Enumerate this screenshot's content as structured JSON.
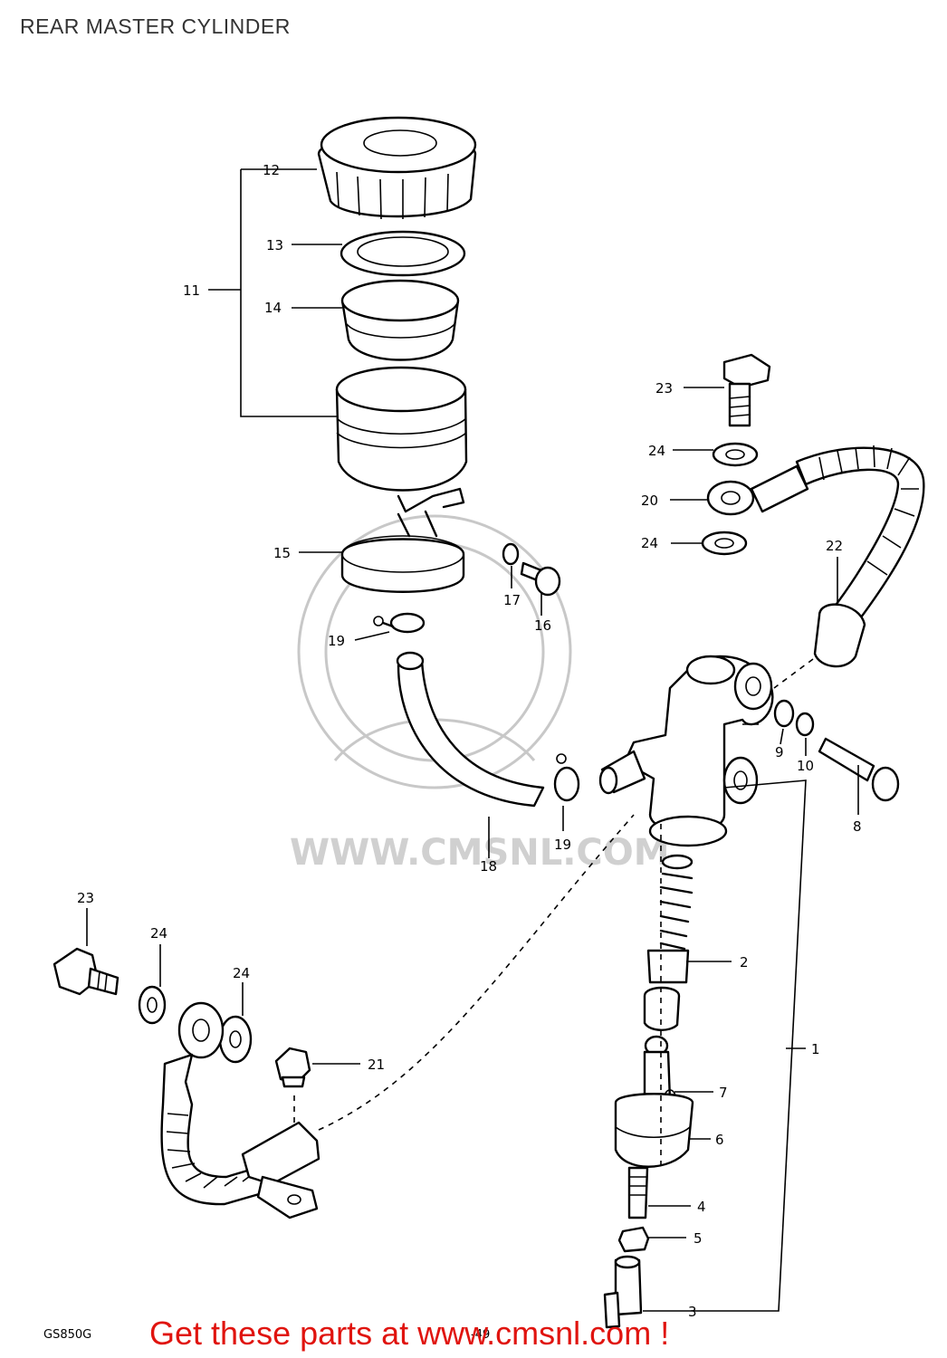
{
  "title": "REAR MASTER CYLINDER",
  "footer": {
    "model_code": "GS850G",
    "page_number": "-49",
    "cta": "Get these parts at www.cmsnl.com !",
    "cta_color": "#e0140f"
  },
  "watermark": {
    "text": "WWW.CMSNL.COM"
  },
  "callouts": {
    "c1": "1",
    "c2": "2",
    "c3": "3",
    "c4": "4",
    "c5": "5",
    "c6": "6",
    "c7": "7",
    "c8": "8",
    "c9": "9",
    "c10": "10",
    "c11": "11",
    "c12": "12",
    "c13": "13",
    "c14": "14",
    "c15": "15",
    "c16": "16",
    "c17": "17",
    "c18": "18",
    "c19a": "19",
    "c19b": "19",
    "c20": "20",
    "c21": "21",
    "c22": "22",
    "c23a": "23",
    "c23b": "23",
    "c24a": "24",
    "c24b": "24",
    "c24c": "24",
    "c24d": "24"
  }
}
